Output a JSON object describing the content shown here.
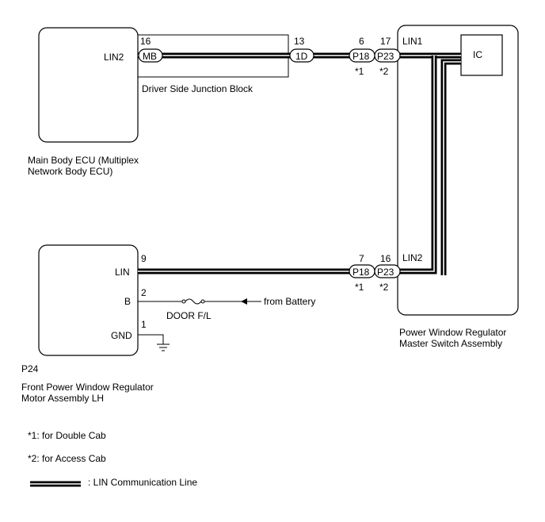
{
  "main_body_ecu": {
    "label_line1": "Main Body ECU (Multiplex",
    "label_line2": "Network Body ECU)",
    "pin_name": "LIN2",
    "pin_number": "16",
    "connector": "MB"
  },
  "junction_block": {
    "label": "Driver Side Junction Block",
    "pin_number": "13",
    "connector": "1D"
  },
  "connectors_top": {
    "p18_pin": "6",
    "p18_label": "P18",
    "p18_note": "*1",
    "p23_pin": "17",
    "p23_label": "P23",
    "p23_note": "*2"
  },
  "connectors_bottom": {
    "p18_pin": "7",
    "p18_label": "P18",
    "p18_note": "*1",
    "p23_pin": "16",
    "p23_label": "P23",
    "p23_note": "*2"
  },
  "master_switch": {
    "label_line1": "Power Window Regulator",
    "label_line2": "Master Switch Assembly",
    "pin_lin1": "LIN1",
    "pin_lin2": "LIN2",
    "ic_label": "IC"
  },
  "motor": {
    "code": "P24",
    "label_line1": "Front Power Window Regulator",
    "label_line2": "Motor Assembly LH",
    "pin_lin": "LIN",
    "pin_lin_number": "9",
    "pin_b": "B",
    "pin_b_number": "2",
    "pin_gnd": "GND",
    "pin_gnd_number": "1"
  },
  "fuse": {
    "label": "DOOR F/L",
    "source": "from Battery"
  },
  "legend": {
    "note1": "*1: for Double Cab",
    "note2": "*2: for Access Cab",
    "lin_line": ": LIN Communication Line"
  },
  "icons": [
    "fuse-icon",
    "ground-icon",
    "arrow-left-icon"
  ]
}
